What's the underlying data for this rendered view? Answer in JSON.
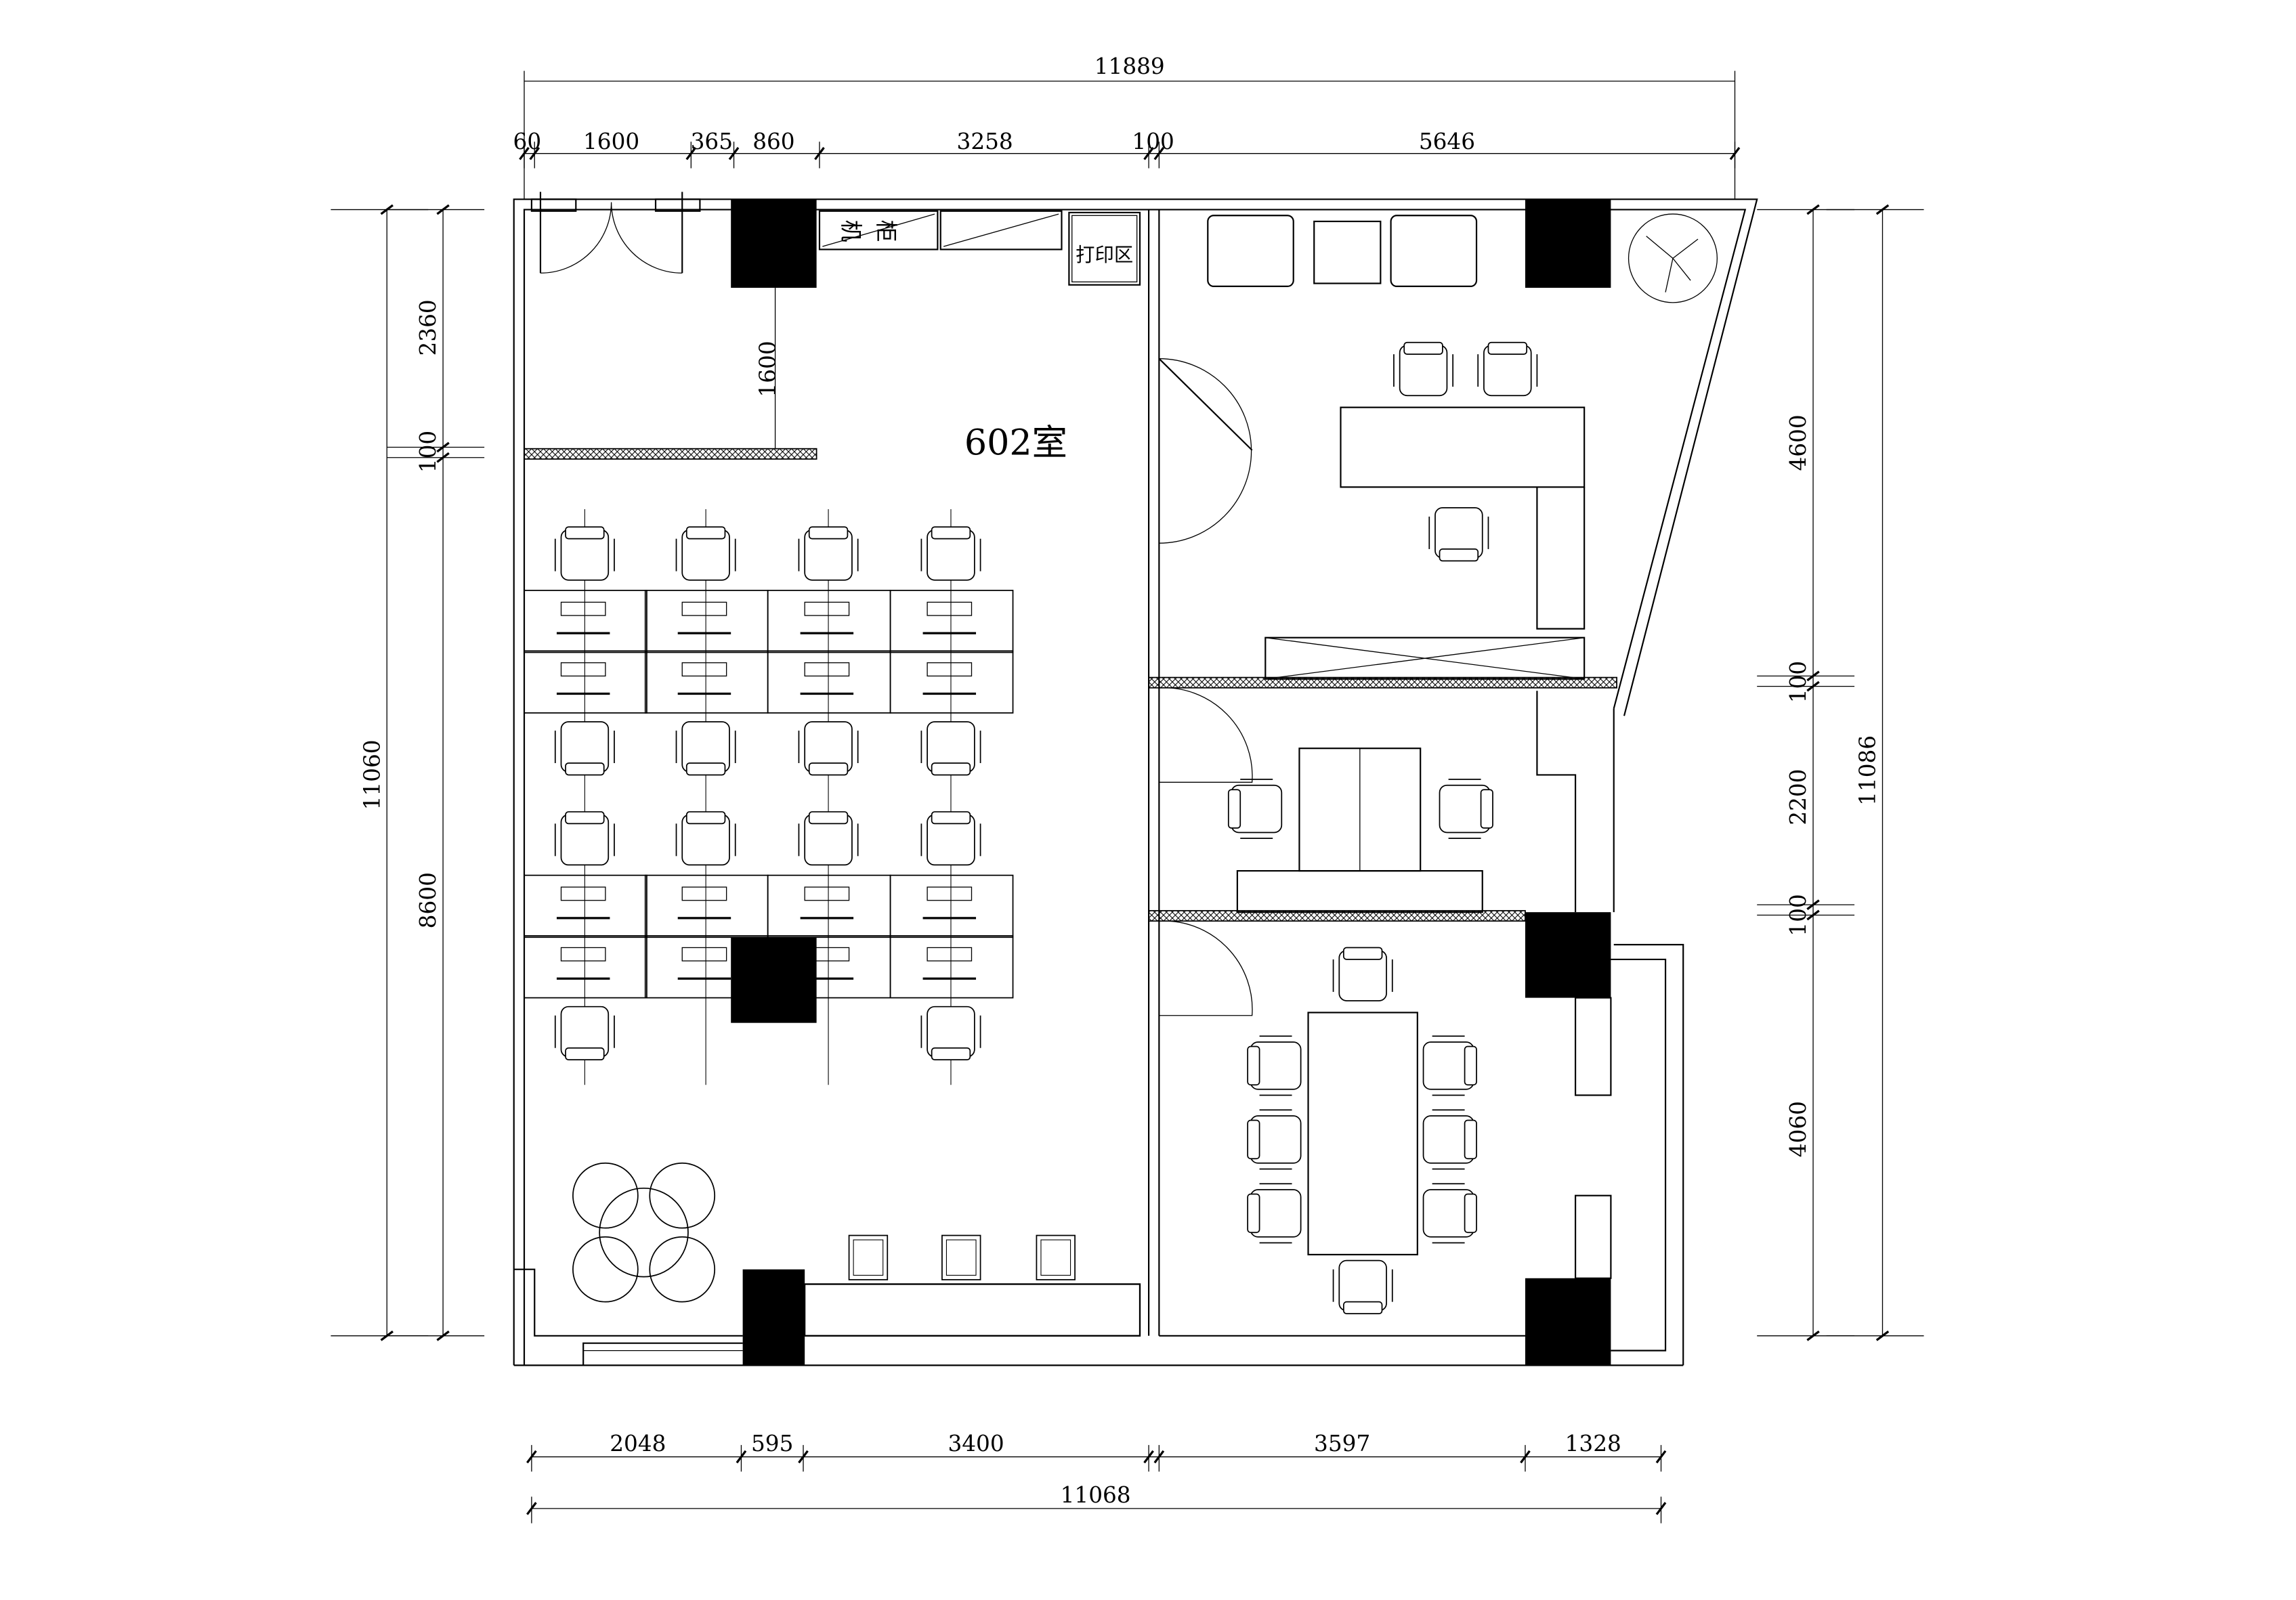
{
  "title": "602室",
  "labels": {
    "cabinet": [
      "机",
      "柜"
    ],
    "print_area": "打印区",
    "inner_dim": "1600"
  },
  "dims": {
    "top_total": "11889",
    "top": [
      "60",
      "1600",
      "365",
      "860",
      "3258",
      "100",
      "5646"
    ],
    "bottom": [
      "2048",
      "595",
      "3400",
      "3597",
      "1328"
    ],
    "bottom_total": "11068",
    "left_total": "11060",
    "left": [
      "2360",
      "100",
      "8600"
    ],
    "right_total": "11086",
    "right": [
      "4600",
      "100",
      "2200",
      "100",
      "4060"
    ]
  },
  "colors": {
    "line": "#000000",
    "column": "#000000",
    "background": "#ffffff"
  }
}
